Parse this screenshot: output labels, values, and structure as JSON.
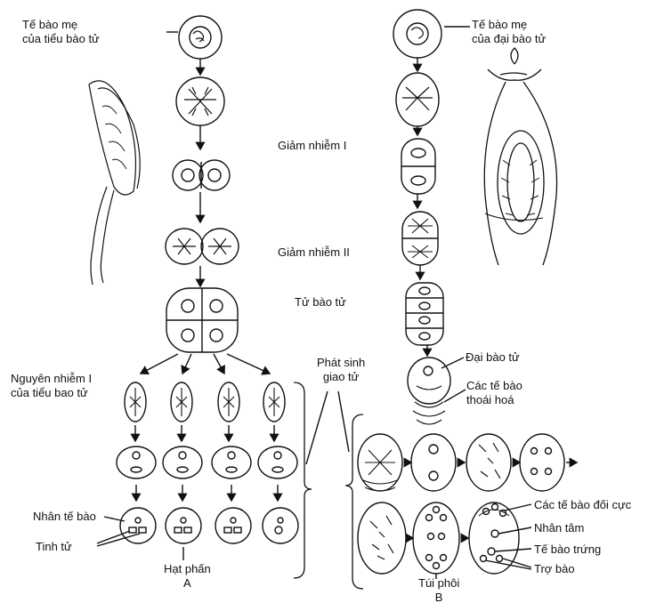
{
  "labels": {
    "te_bao_me_tieu": "Tế bào mẹ\ncủa tiểu bào tử",
    "te_bao_me_dai": "Tế bào mẹ\ncủa đại bào tử",
    "giam_nhiem_1": "Giảm nhiễm I",
    "giam_nhiem_2": "Giảm nhiễm II",
    "tu_bao_tu": "Tử bào tử",
    "phat_sinh_giao_tu": "Phát sinh\ngiao tử",
    "nguyen_nhiem": "Nguyên nhiễm I\ncủa tiểu bao tử",
    "dai_bao_tu": "Đại bào tử",
    "thoai_hoa": "Các tế bào\nthoái hoá",
    "nhan_te_bao": "Nhân tế bào",
    "tinh_tu": "Tinh tử",
    "doi_cuc": "Các tế bào đối cực",
    "nhan_tam": "Nhân tâm",
    "te_bao_trung": "Tế bào trứng",
    "tro_bao": "Trợ bào",
    "hat_phan": "Hạt phấn\nA",
    "tui_phoi": "Túi phôi\nB"
  }
}
